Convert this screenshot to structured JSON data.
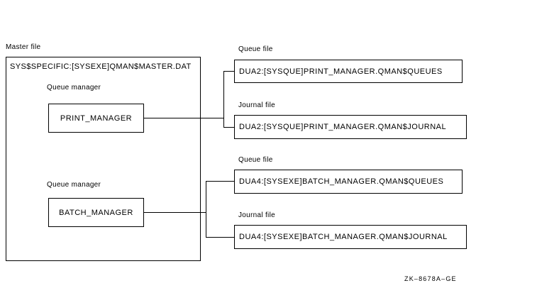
{
  "diagram": {
    "master": {
      "label": "Master file",
      "file": "SYS$SPECIFIC:[SYSEXE]QMAN$MASTER.DAT",
      "managers": [
        {
          "label": "Queue manager",
          "name": "PRINT_MANAGER"
        },
        {
          "label": "Queue manager",
          "name": "BATCH_MANAGER"
        }
      ]
    },
    "files": [
      {
        "label": "Queue file",
        "path": "DUA2:[SYSQUE]PRINT_MANAGER.QMAN$QUEUES"
      },
      {
        "label": "Journal file",
        "path": "DUA2:[SYSQUE]PRINT_MANAGER.QMAN$JOURNAL"
      },
      {
        "label": "Queue file",
        "path": "DUA4:[SYSEXE]BATCH_MANAGER.QMAN$QUEUES"
      },
      {
        "label": "Journal file",
        "path": "DUA4:[SYSEXE]BATCH_MANAGER.QMAN$JOURNAL"
      }
    ],
    "figure_id": "ZK–8678A–GE",
    "colors": {
      "line": "#000000",
      "background": "#ffffff",
      "text": "#000000"
    }
  }
}
